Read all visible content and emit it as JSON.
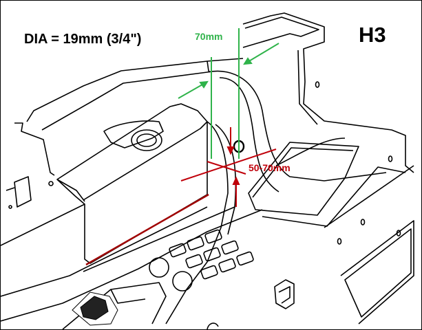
{
  "annotations": {
    "diameter": "DIA = 19mm (3/4\")",
    "model_code": "H3",
    "width_dimension": "70mm",
    "height_dimension": "50-70mm"
  },
  "colors": {
    "width_dimension": "#2fb34a",
    "height_dimension": "#c0000a",
    "linework": "#000000"
  }
}
